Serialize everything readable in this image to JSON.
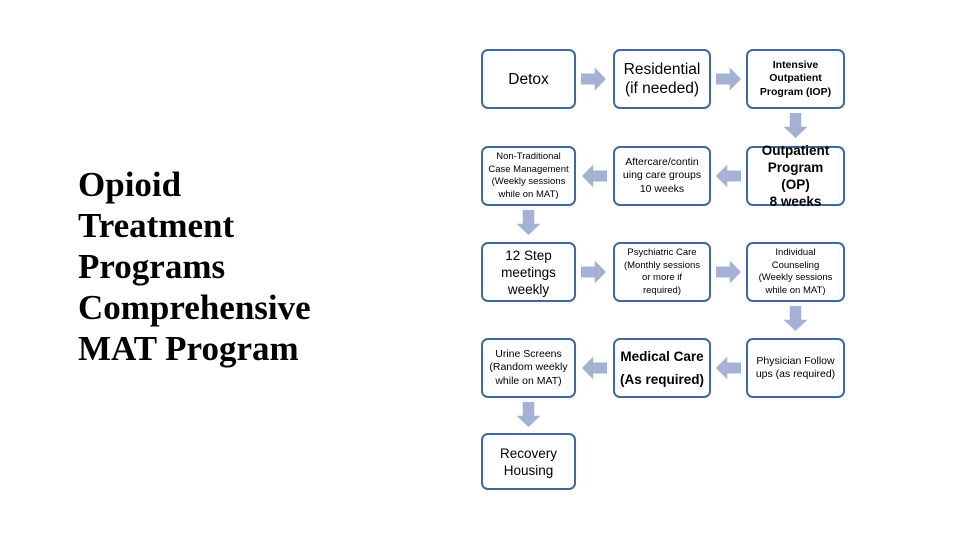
{
  "slide": {
    "background_color": "#FFFFFF",
    "title_lines": [
      "Opioid",
      "Treatment",
      "Programs",
      "Comprehensive",
      "MAT Program"
    ]
  },
  "theme": {
    "box_border_color": "#41699B",
    "box_fill_color": "#FFFFFF",
    "arrow_color": "#A3B2D4",
    "text_color": "#000000"
  },
  "flow": {
    "nodes": [
      {
        "id": "detox",
        "lines": [
          "Detox"
        ],
        "row": 1,
        "column": 1
      },
      {
        "id": "residential",
        "lines": [
          "Residential",
          "(if needed)"
        ],
        "row": 1,
        "column": 2
      },
      {
        "id": "iop",
        "lines": [
          "Intensive",
          "Outpatient",
          "Program (IOP)"
        ],
        "row": 1,
        "column": 3
      },
      {
        "id": "non-traditional-case-management",
        "lines": [
          "Non-Traditional",
          "Case Management",
          "(Weekly sessions",
          "while on MAT)"
        ],
        "row": 2,
        "column": 1
      },
      {
        "id": "aftercare",
        "lines": [
          "Aftercare/contin",
          "uing care groups",
          "10 weeks"
        ],
        "row": 2,
        "column": 2
      },
      {
        "id": "op",
        "lines": [
          "Outpatient",
          "Program (OP)",
          "8 weeks"
        ],
        "row": 2,
        "column": 3
      },
      {
        "id": "twelve-step",
        "lines": [
          "12 Step",
          "meetings",
          "weekly"
        ],
        "row": 3,
        "column": 1
      },
      {
        "id": "psychiatric-care",
        "lines": [
          "Psychiatric Care",
          "(Monthly sessions",
          "or more if",
          "required)"
        ],
        "row": 3,
        "column": 2
      },
      {
        "id": "individual-counseling",
        "lines": [
          "Individual Counseling",
          "(Weekly sessions",
          "while on MAT)"
        ],
        "row": 3,
        "column": 3
      },
      {
        "id": "urine-screens",
        "lines": [
          "Urine Screens",
          "(Random weekly",
          "while on MAT)"
        ],
        "row": 4,
        "column": 1
      },
      {
        "id": "medical-care",
        "lines": [
          "Medical Care",
          "(As required)"
        ],
        "row": 4,
        "column": 2
      },
      {
        "id": "physician-follow-ups",
        "lines": [
          "Physician Follow",
          "ups (as required)"
        ],
        "row": 4,
        "column": 3
      },
      {
        "id": "recovery-housing",
        "lines": [
          "Recovery",
          "Housing"
        ],
        "row": 5,
        "column": 1
      }
    ],
    "connectors": [
      {
        "id": "detox-to-residential",
        "direction": "right"
      },
      {
        "id": "residential-to-iop",
        "direction": "right"
      },
      {
        "id": "iop-to-op",
        "direction": "down"
      },
      {
        "id": "op-to-aftercare",
        "direction": "left"
      },
      {
        "id": "aftercare-to-case-management",
        "direction": "left"
      },
      {
        "id": "case-management-to-twelve-step",
        "direction": "down"
      },
      {
        "id": "twelve-step-to-psychiatric-care",
        "direction": "right"
      },
      {
        "id": "psychiatric-care-to-individual-counseling",
        "direction": "right"
      },
      {
        "id": "individual-counseling-to-physician-follow-ups",
        "direction": "down"
      },
      {
        "id": "physician-follow-ups-to-medical-care",
        "direction": "left"
      },
      {
        "id": "medical-care-to-urine-screens",
        "direction": "left"
      },
      {
        "id": "urine-screens-to-recovery-housing",
        "direction": "down"
      }
    ]
  }
}
